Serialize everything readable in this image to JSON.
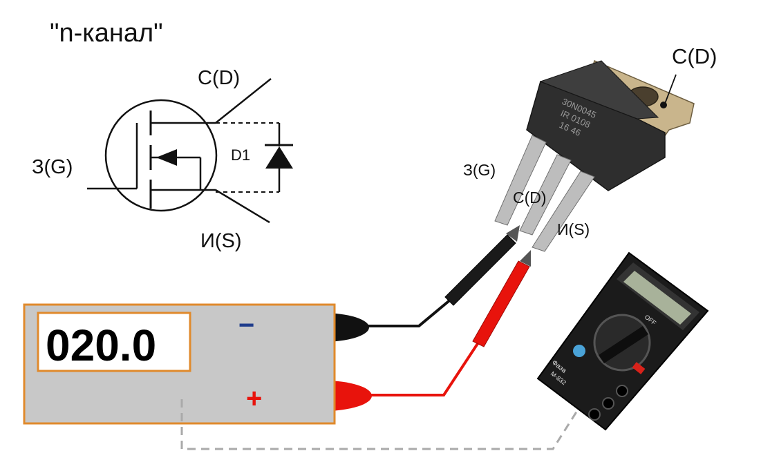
{
  "schematic": {
    "title": "\"n-канал\"",
    "drain": "С(D)",
    "gate": "З(G)",
    "source": "И(S)",
    "diode": "D1"
  },
  "transistor": {
    "drain": "С(D)",
    "gate": "З(G)",
    "lead_drain": "С(D)",
    "source": "И(S)",
    "body_marking_line1": "30N0045",
    "body_marking_line2": "IR  0108",
    "body_marking_line3": "16  46"
  },
  "meter_panel": {
    "reading": "020.0",
    "minus": "−",
    "plus": "+"
  },
  "multimeter": {
    "brand": "Фаза",
    "model": "M-832",
    "off_label": "OFF"
  },
  "colors": {
    "panel_fill": "#c8c8c8",
    "panel_border": "#e08a2c",
    "probe_negative": "#111111",
    "probe_positive": "#e8130c",
    "minus_sign": "#1f3c8c",
    "plus_sign": "#e8130c",
    "dashed_link": "#aaaaaa"
  }
}
